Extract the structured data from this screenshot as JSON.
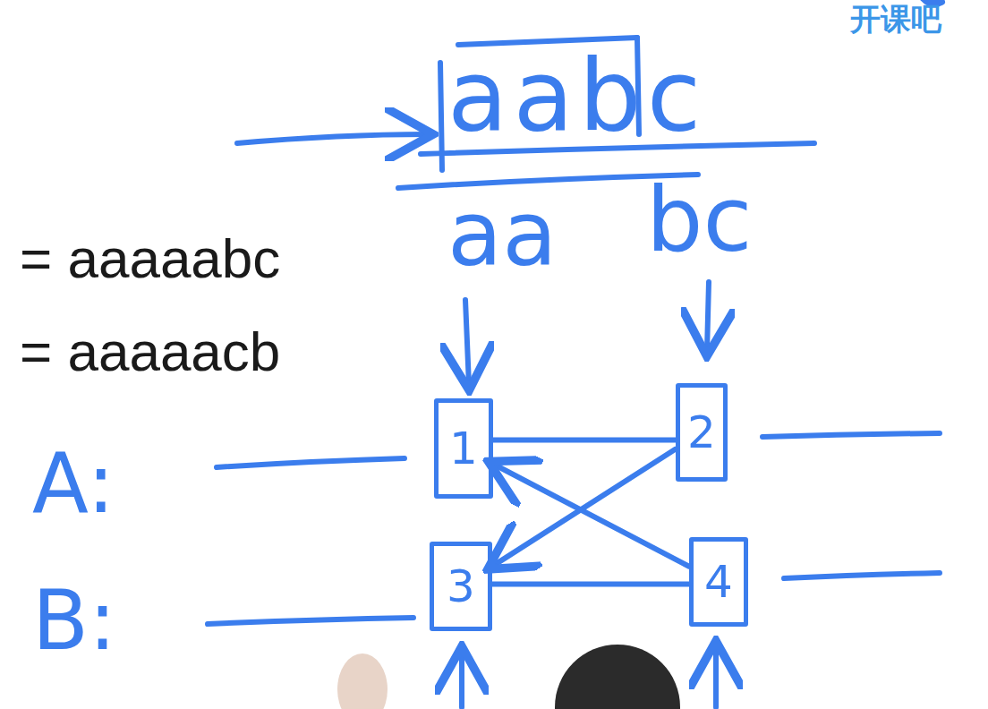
{
  "diagram": {
    "nodes": [
      {
        "text": [
          "1"
        ]
      },
      {
        "text": [
          "2"
        ]
      },
      {
        "text": [
          "3"
        ]
      },
      {
        "text": [
          "4"
        ]
      }
    ],
    "edges": [
      {
        "from": 0,
        "to": 1,
        "arrow": "none"
      },
      {
        "from": 2,
        "to": 3,
        "arrow": "none"
      },
      {
        "from": 1,
        "to": 2,
        "arrow": "to"
      },
      {
        "from": 3,
        "to": 0,
        "arrow": "to"
      }
    ],
    "labels": [
      "开课吧",
      "aabc",
      "aa",
      "bc",
      "= aaaaabc",
      "= aaaaacb",
      "A:",
      "B:"
    ]
  }
}
